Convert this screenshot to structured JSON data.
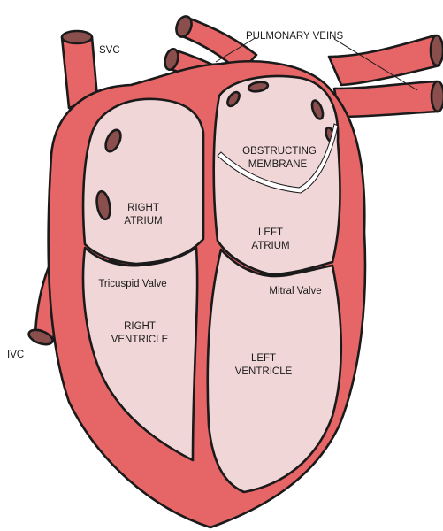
{
  "colors": {
    "wall": "#e66566",
    "chamber": "#f1d6d8",
    "valve_spot": "#8a4e4d",
    "outline": "#1a1a1a",
    "membrane": "#ffffff"
  },
  "labels": {
    "svc": "SVC",
    "ivc": "IVC",
    "pulmonary_veins": "PULMONARY VEINS",
    "obstructing_membrane": [
      "OBSTRUCTING",
      "MEMBRANE"
    ],
    "right_atrium": [
      "RIGHT",
      "ATRIUM"
    ],
    "left_atrium": [
      "LEFT",
      "ATRIUM"
    ],
    "tricuspid_valve": "Tricuspid Valve",
    "mitral_valve": "Mitral Valve",
    "right_ventricle": [
      "RIGHT",
      "VENTRICLE"
    ],
    "left_ventricle": [
      "LEFT",
      "VENTRICLE"
    ]
  }
}
